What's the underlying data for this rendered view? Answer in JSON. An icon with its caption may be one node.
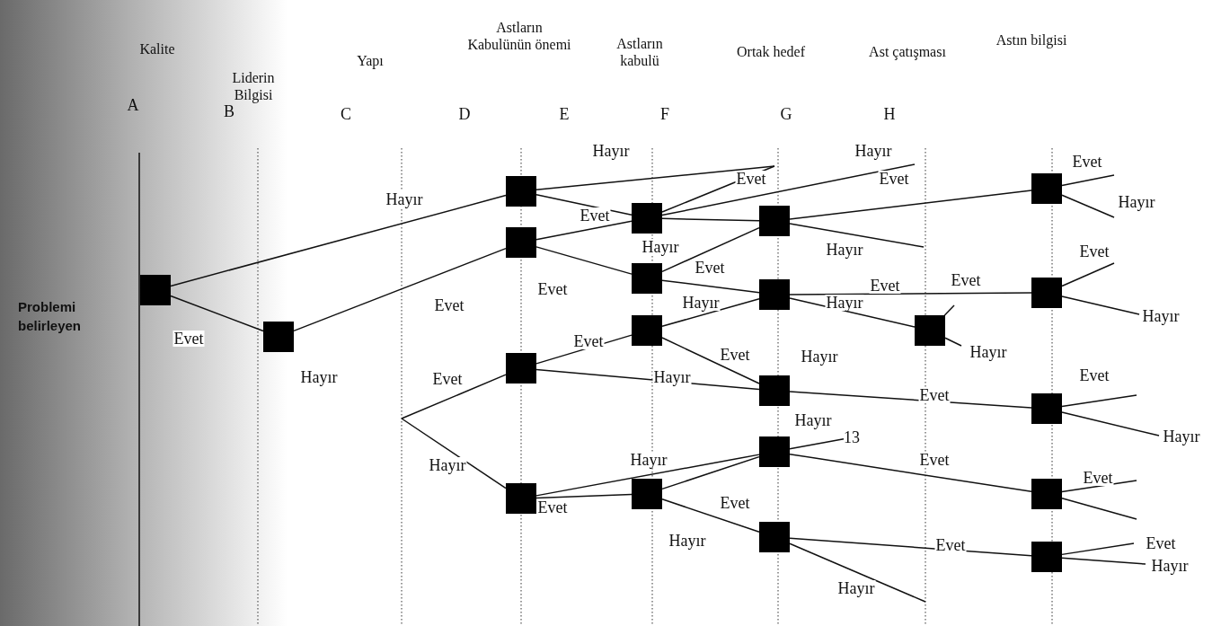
{
  "diagram": {
    "nodes": [
      {
        "text": [],
        "shape": "box"
      },
      {
        "text": [],
        "shape": "box"
      },
      {
        "text": [],
        "shape": "box"
      },
      {
        "text": [],
        "shape": "box"
      },
      {
        "text": [],
        "shape": "box"
      },
      {
        "text": [],
        "shape": "box"
      },
      {
        "text": [],
        "shape": "box"
      },
      {
        "text": [],
        "shape": "box"
      },
      {
        "text": [],
        "shape": "box"
      },
      {
        "text": [],
        "shape": "box"
      },
      {
        "text": [],
        "shape": "box"
      },
      {
        "text": [],
        "shape": "box"
      },
      {
        "text": [],
        "shape": "box"
      },
      {
        "text": [],
        "shape": "box"
      },
      {
        "text": [],
        "shape": "box"
      },
      {
        "text": [],
        "shape": "box"
      },
      {
        "text": [],
        "shape": "box"
      },
      {
        "text": [],
        "shape": "box"
      },
      {
        "text": [],
        "shape": "box"
      },
      {
        "text": [],
        "shape": "box"
      },
      {
        "text": [],
        "shape": "box"
      },
      {
        "text": [
          "13"
        ]
      }
    ],
    "edges": [
      {
        "from": 0,
        "to": 2,
        "arrow": "none",
        "label": "Hayır"
      },
      {
        "from": 0,
        "to": 1,
        "arrow": "none",
        "label": "Evet"
      },
      {
        "from": 1,
        "to": 3,
        "arrow": "none",
        "label": "Evet"
      },
      {
        "from": null,
        "to": 4,
        "arrow": "none",
        "label": "Evet"
      },
      {
        "from": null,
        "to": 5,
        "arrow": "none",
        "label": "Hayır"
      },
      {
        "from": 2,
        "to": null,
        "arrow": "none",
        "label": "Hayır"
      },
      {
        "from": 2,
        "to": 6,
        "arrow": "none",
        "label": "Evet"
      },
      {
        "from": 3,
        "to": 6,
        "arrow": "none"
      },
      {
        "from": 3,
        "to": 7,
        "arrow": "none",
        "label": "Evet"
      },
      {
        "from": 6,
        "to": null,
        "arrow": "none",
        "label": "Evet"
      },
      {
        "from": 6,
        "to": null,
        "arrow": "none",
        "label": "Hayır"
      },
      {
        "from": 6,
        "to": 10,
        "arrow": "none"
      },
      {
        "from": 10,
        "to": 16,
        "arrow": "none",
        "label": "Evet"
      },
      {
        "from": 10,
        "to": null,
        "arrow": "none",
        "label": "Hayır"
      },
      {
        "from": 7,
        "to": 10,
        "arrow": "none",
        "label": "Evet"
      },
      {
        "from": 7,
        "to": 11,
        "arrow": "none",
        "label": "Hayır"
      },
      {
        "from": 11,
        "to": 17,
        "arrow": "none",
        "label": "Evet"
      },
      {
        "from": 11,
        "to": 15,
        "arrow": "none",
        "label": "Hayır"
      },
      {
        "from": 8,
        "to": 11,
        "arrow": "none"
      },
      {
        "from": 4,
        "to": 8,
        "arrow": "none",
        "label": "Evet"
      },
      {
        "from": 8,
        "to": 12,
        "arrow": "none",
        "label": "Evet"
      },
      {
        "from": 4,
        "to": 12,
        "arrow": "none",
        "label": "Hayır"
      },
      {
        "from": 12,
        "to": 18,
        "arrow": "none",
        "label": "Evet"
      },
      {
        "from": 15,
        "to": null,
        "arrow": "none",
        "label": "Evet"
      },
      {
        "from": 15,
        "to": null,
        "arrow": "none",
        "label": "Hayır"
      },
      {
        "from": 16,
        "to": null,
        "arrow": "none",
        "label": "Evet"
      },
      {
        "from": 16,
        "to": null,
        "arrow": "none",
        "label": "Hayır"
      },
      {
        "from": 17,
        "to": null,
        "arrow": "none",
        "label": "Evet"
      },
      {
        "from": 17,
        "to": null,
        "arrow": "none",
        "label": "Hayır"
      },
      {
        "from": 18,
        "to": null,
        "arrow": "none",
        "label": "Evet"
      },
      {
        "from": 18,
        "to": null,
        "arrow": "none",
        "label": "Hayır"
      },
      {
        "from": 5,
        "to": 13,
        "arrow": "none",
        "label": "Hayır"
      },
      {
        "from": 5,
        "to": 9,
        "arrow": "none",
        "label": "Evet"
      },
      {
        "from": 9,
        "to": 13,
        "arrow": "none",
        "label": "Evet"
      },
      {
        "from": 9,
        "to": 14,
        "arrow": "none",
        "label": "Hayır"
      },
      {
        "from": 13,
        "to": 21,
        "arrow": "none",
        "label": "Hayır"
      },
      {
        "from": 13,
        "to": 19,
        "arrow": "none",
        "label": "Evet"
      },
      {
        "from": 14,
        "to": 20,
        "arrow": "none",
        "label": "Evet"
      },
      {
        "from": 14,
        "to": null,
        "arrow": "none",
        "label": "Hayır"
      },
      {
        "from": 19,
        "to": null,
        "arrow": "none",
        "label": "Evet"
      },
      {
        "from": 19,
        "to": null,
        "arrow": "none"
      },
      {
        "from": 20,
        "to": null,
        "arrow": "none",
        "label": "Evet"
      },
      {
        "from": 20,
        "to": null,
        "arrow": "none",
        "label": "Hayır"
      }
    ],
    "labels": [
      "Kalite",
      "Liderin Bilgisi",
      "Yapı",
      "Astların Kabulünün önemi",
      "Astların kabulü",
      "Ortak hedef",
      "Ast çatışması",
      "Astın bilgisi",
      "A",
      "B",
      "C",
      "D",
      "E",
      "F",
      "G",
      "H",
      "Problemi belirleyen",
      "Hayır",
      "Hayır",
      "Hayır"
    ]
  }
}
